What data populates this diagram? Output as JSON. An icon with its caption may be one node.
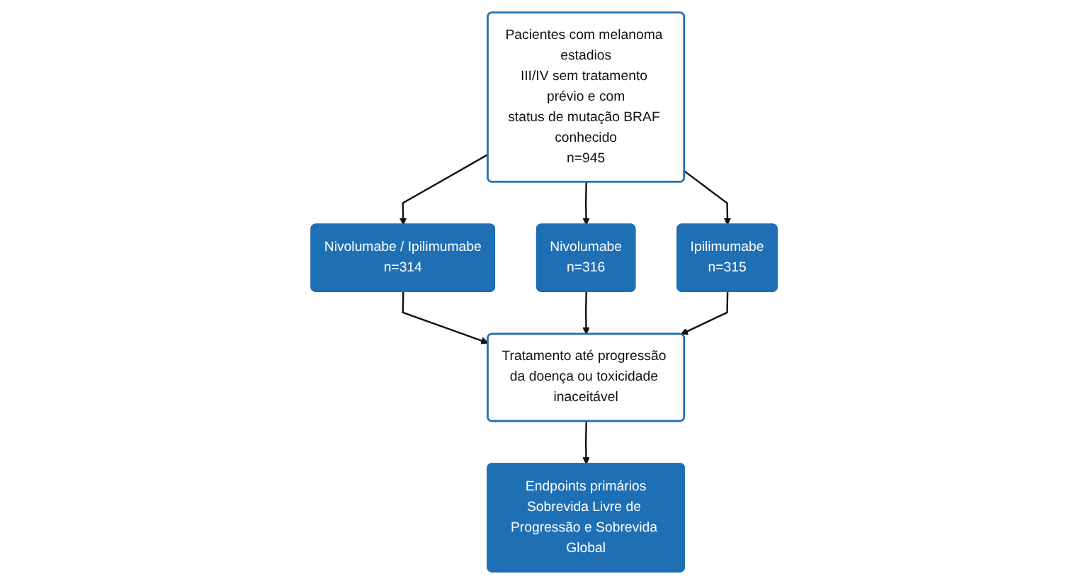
{
  "diagram": {
    "nodes": [
      {
        "text": [
          "Pacientes com melanoma estadios III/IV sem tratamento prévio e com status de mutação BRAF conhecido",
          "n=945"
        ]
      },
      {
        "text": [
          "Nivolumabe / Ipilimumabe",
          "n=314"
        ]
      },
      {
        "text": [
          "Nivolumabe",
          "n=316"
        ]
      },
      {
        "text": [
          "Ipilimumabe",
          "n=315"
        ]
      },
      {
        "text": [
          "Tratamento até progressão da doença ou toxicidade inaceitável"
        ]
      },
      {
        "text": [
          "Endpoints primários",
          "Sobrevida Livre de Progressão e Sobrevida Global"
        ]
      }
    ],
    "edges": [
      {
        "from": 0,
        "to": 1,
        "arrow": "to"
      },
      {
        "from": 0,
        "to": 2,
        "arrow": "to"
      },
      {
        "from": 0,
        "to": 3,
        "arrow": "to"
      },
      {
        "from": 1,
        "to": 4,
        "arrow": "to"
      },
      {
        "from": 2,
        "to": 4,
        "arrow": "to"
      },
      {
        "from": 3,
        "to": 4,
        "arrow": "to"
      },
      {
        "from": 4,
        "to": 5,
        "arrow": "to"
      }
    ]
  }
}
